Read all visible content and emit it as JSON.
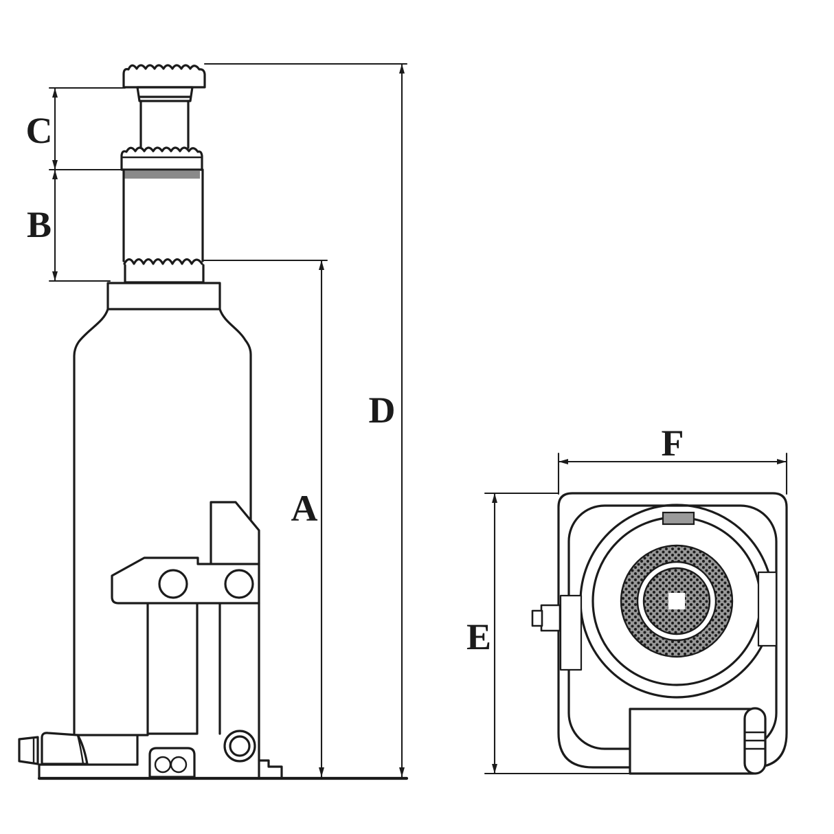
{
  "labels": {
    "A": "A",
    "B": "B",
    "C": "C",
    "D": "D",
    "E": "E",
    "F": "F"
  },
  "views": {
    "side_view_dimensions": [
      "C",
      "B",
      "A",
      "D"
    ],
    "top_view_dimensions": [
      "F",
      "E"
    ]
  },
  "colors": {
    "line": "#1b1b1b",
    "background": "#ffffff",
    "ram_shade_band": "#8a8a8a",
    "knurl_base": "#999999",
    "knurl_dot": "#1c1c1c",
    "handle_clip_fill": "#9a9a9a"
  }
}
